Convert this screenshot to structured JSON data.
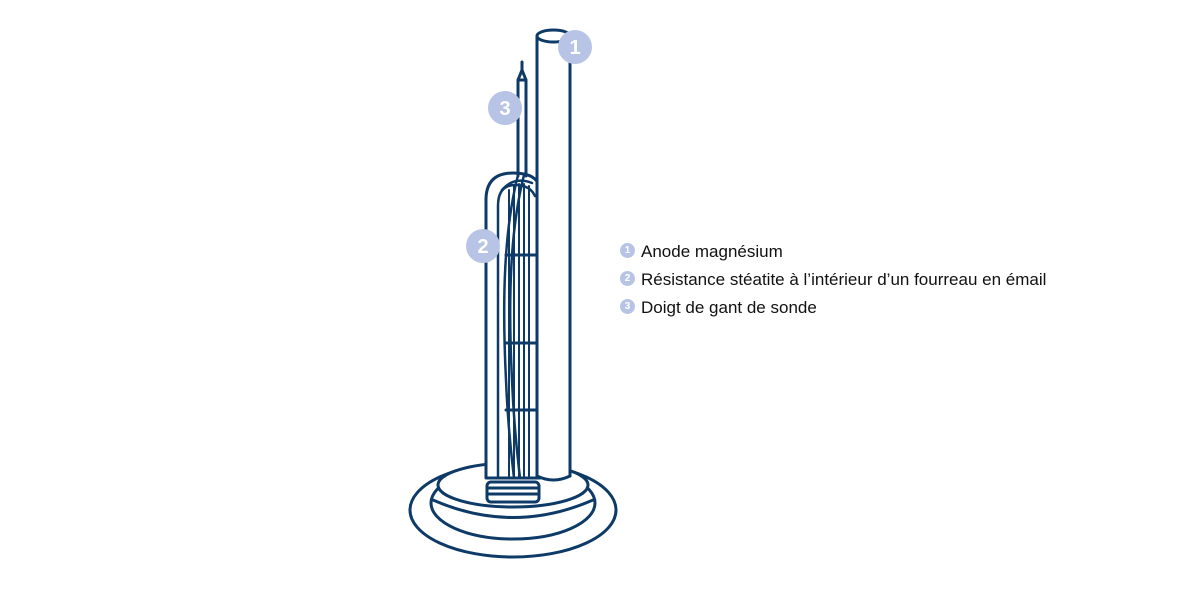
{
  "colors": {
    "stroke": "#0d3a66",
    "badge": "#b7c4e6",
    "badge_text": "#ffffff",
    "text": "#111111"
  },
  "callouts": [
    {
      "number": "1",
      "label": "Anode magnésium"
    },
    {
      "number": "2",
      "label": "Résistance stéatite à l’intérieur d’un fourreau en émail"
    },
    {
      "number": "3",
      "label": "Doigt de gant de sonde"
    }
  ]
}
